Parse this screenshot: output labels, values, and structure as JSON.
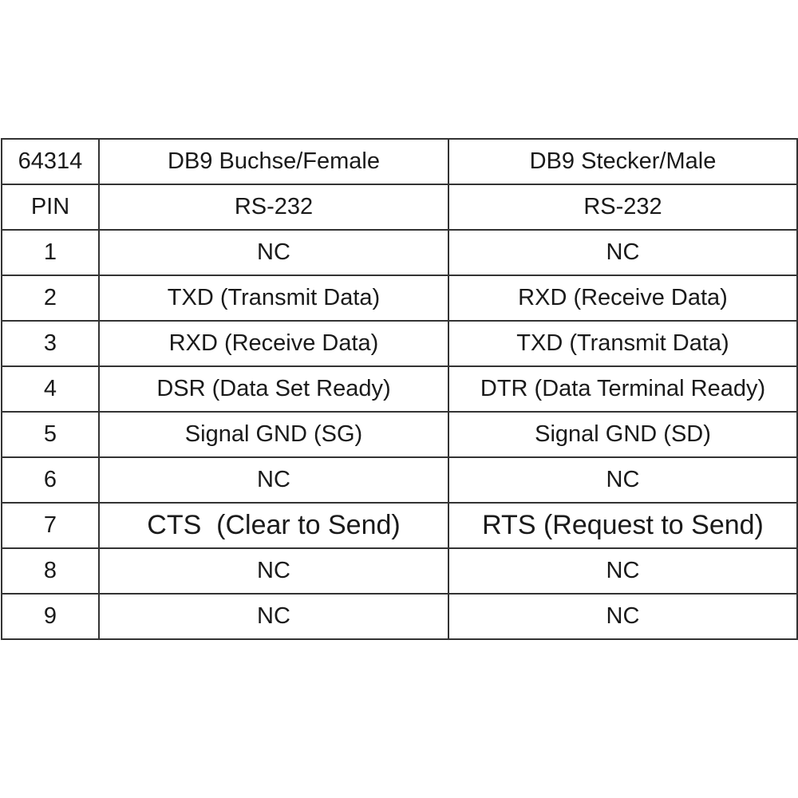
{
  "table": {
    "header": [
      "64314",
      "DB9 Buchse/Female",
      "DB9 Stecker/Male"
    ],
    "subheader": [
      "PIN",
      "RS-232",
      "RS-232"
    ],
    "rows": [
      [
        "1",
        "NC",
        "NC"
      ],
      [
        "2",
        "TXD (Transmit Data)",
        "RXD (Receive Data)"
      ],
      [
        "3",
        "RXD (Receive Data)",
        "TXD (Transmit Data)"
      ],
      [
        "4",
        "DSR (Data Set Ready)",
        "DTR (Data Terminal Ready)"
      ],
      [
        "5",
        "Signal GND (SG)",
        "Signal GND (SD)"
      ],
      [
        "6",
        "NC",
        "NC"
      ],
      [
        "7",
        "CTS  (Clear to Send)",
        "RTS (Request to Send)"
      ],
      [
        "8",
        "NC",
        "NC"
      ],
      [
        "9",
        "NC",
        "NC"
      ]
    ]
  },
  "colors": {
    "text": "#1a1a1a",
    "border": "#333333",
    "background": "#ffffff"
  }
}
